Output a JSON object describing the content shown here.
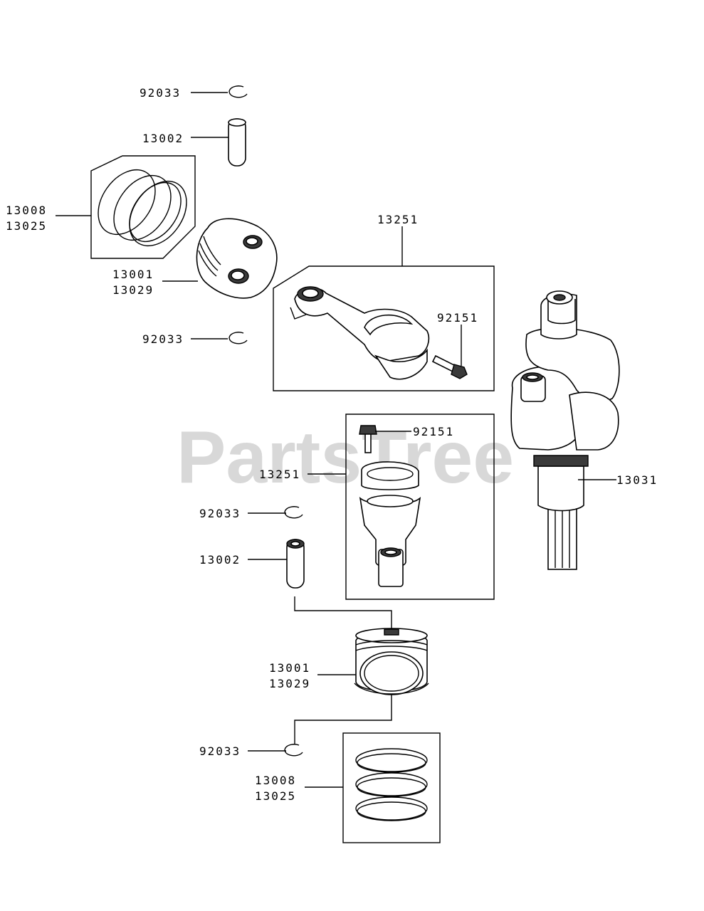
{
  "watermark": "PartsTree",
  "labels": {
    "pin_clip_top": "92033",
    "piston_pin_top": "13002",
    "ring_set_std_top": "13008",
    "ring_set_os_top": "13025",
    "piston_std_top": "13001",
    "piston_os_top": "13029",
    "pin_clip_mid": "92033",
    "conrod_top": "13251",
    "conrod_bolt_top": "92151",
    "conrod_bolt_bottom": "92151",
    "conrod_bottom": "13251",
    "crankshaft": "13031",
    "pin_clip_lower": "92033",
    "piston_pin_bottom": "13002",
    "piston_std_bottom": "13001",
    "piston_os_bottom": "13029",
    "pin_clip_bottom": "92033",
    "ring_set_std_bottom": "13008",
    "ring_set_os_bottom": "13025"
  }
}
